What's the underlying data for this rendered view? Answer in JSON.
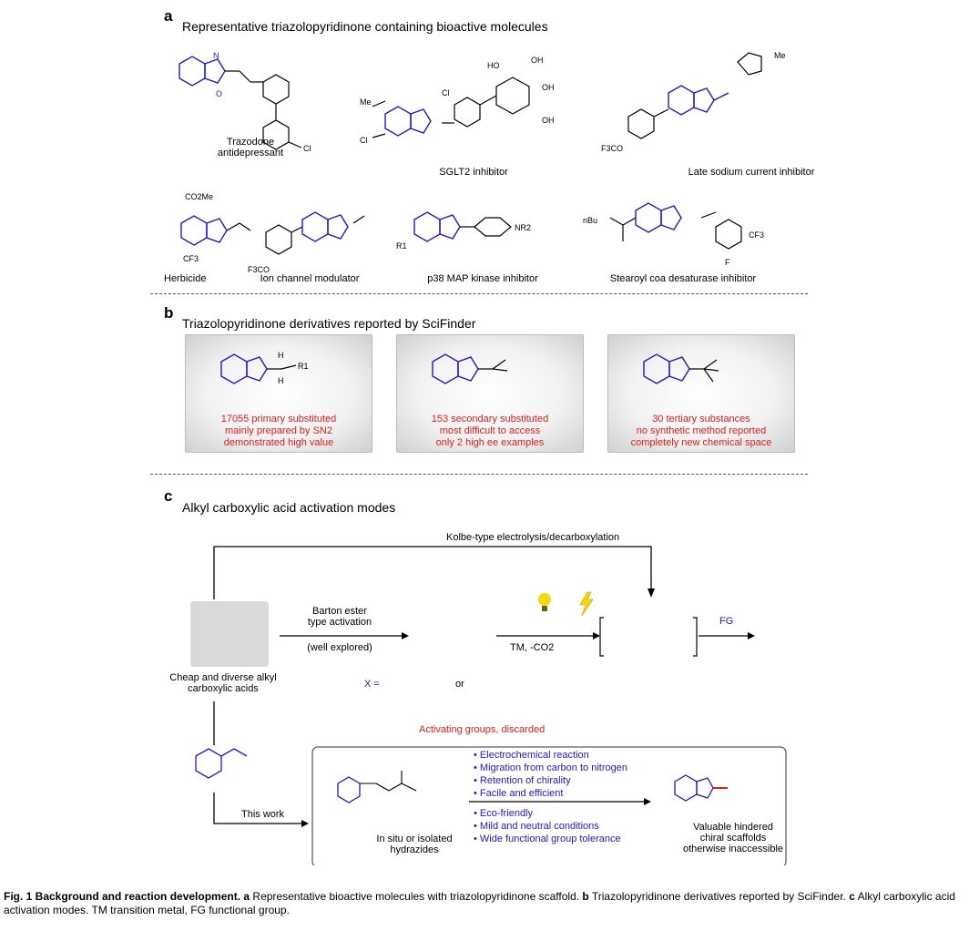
{
  "panel_a": {
    "letter": "a",
    "title": "Representative triazolopyridinone containing bioactive molecules",
    "molecules": [
      {
        "name_line1": "Trazodone",
        "name_line2": "antidepressant"
      },
      {
        "name": "SGLT2 inhibitor"
      },
      {
        "name": "Late sodium current inhibitor"
      },
      {
        "name": "Herbicide"
      },
      {
        "name": "Ion channel modulator"
      },
      {
        "name": "p38 MAP kinase inhibitor"
      },
      {
        "name": "Stearoyl coa desaturase inhibitor"
      }
    ],
    "atom_labels": {
      "n": "N",
      "o": "O",
      "cl": "Cl",
      "me": "Me",
      "ho": "HO",
      "oh": "OH",
      "f3co": "F3CO",
      "co2me": "CO2Me",
      "cf3": "CF3",
      "f": "F",
      "r1": "R1",
      "nr2": "NR2",
      "nbu": "nBu",
      "h": "H"
    }
  },
  "panel_b": {
    "letter": "b",
    "title": "Triazolopyridinone derivatives reported by SciFinder",
    "boxes": [
      {
        "lines": [
          "17055 primary substituted",
          "mainly prepared by SN2",
          "demonstrated high value"
        ]
      },
      {
        "lines": [
          "153 secondary substituted",
          "most difficult to access",
          "only 2 high ee examples"
        ]
      },
      {
        "lines": [
          "30 tertiary substances",
          "no synthetic method reported",
          "completely new chemical space"
        ]
      }
    ]
  },
  "panel_c": {
    "letter": "c",
    "title": "Alkyl carboxylic acid activation modes",
    "kolbe": "Kolbe-type electrolysis/decarboxylation",
    "barton_line1": "Barton ester",
    "barton_line2": "type activation",
    "well_explored": "(well explored)",
    "tm_co2": "TM, -CO2",
    "fg": "FG",
    "acid_line1": "Cheap and diverse alkyl",
    "acid_line2": "carboxylic acids",
    "x_equals": "X =",
    "or": "or",
    "activating": "Activating groups, discarded",
    "this_work": "This work",
    "hydrazide_line1": "In situ or isolated",
    "hydrazide_line2": "hydrazides",
    "bullets_top": [
      "Electrochemical reaction",
      "Migration from carbon to nitrogen",
      "Retention of chirality",
      "Facile and efficient"
    ],
    "bullets_bottom": [
      "Eco-friendly",
      "Mild and neutral conditions",
      "Wide functional group tolerance"
    ],
    "product_line1": "Valuable hindered",
    "product_line2": "chiral scaffolds",
    "product_line3": "otherwise inaccessible"
  },
  "caption": {
    "bold": "Fig. 1 Background and reaction development.",
    "a_letter": "a",
    "a_text": " Representative bioactive molecules with triazolopyridinone scaffold. ",
    "b_letter": "b",
    "b_text": " Triazolopyridinone derivatives reported by SciFinder. ",
    "c_letter": "c",
    "c_text": " Alkyl carboxylic acid activation modes. TM transition metal, FG functional group."
  },
  "colors": {
    "blue": "#1a1ad6",
    "red": "#e0201b",
    "yellow": "#f5d800"
  }
}
